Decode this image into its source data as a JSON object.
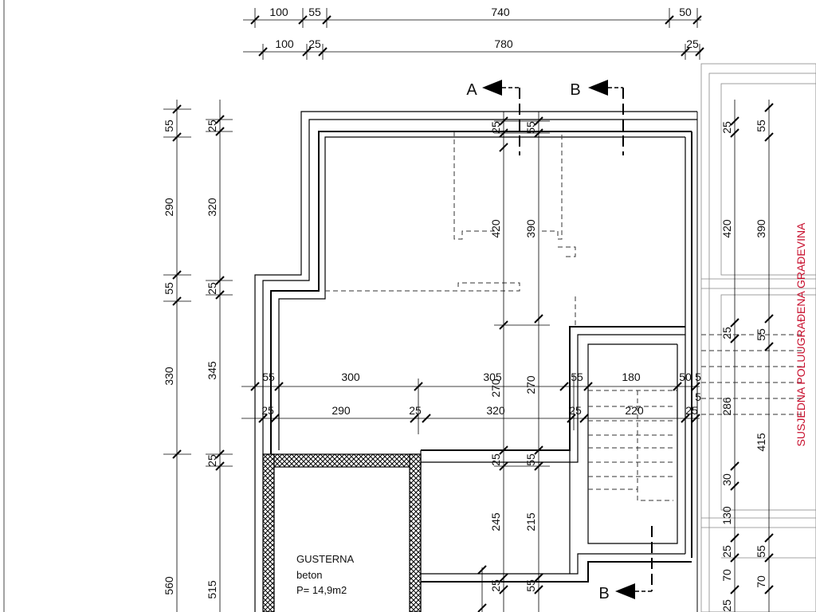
{
  "dims_top": [
    "100",
    "55",
    "740",
    "50"
  ],
  "dims_top2": [
    "100",
    "25",
    "780",
    "25"
  ],
  "section_marks": [
    "A",
    "B",
    "B"
  ],
  "dims_left_outer": [
    "55",
    "290",
    "55",
    "330",
    "560"
  ],
  "dims_left_inner": [
    "25",
    "320",
    "25",
    "345",
    "25",
    "515"
  ],
  "dims_mid_row1": [
    "55",
    "300",
    "305",
    "55",
    "180",
    "50",
    "5"
  ],
  "dims_mid_row2": [
    "25",
    "290",
    "25",
    "320",
    "25",
    "220",
    "25"
  ],
  "dims_vertical_center": [
    "25",
    "55",
    "420",
    "390",
    "270",
    "270",
    "25",
    "55",
    "245",
    "215",
    "25",
    "55"
  ],
  "dims_right": [
    "25",
    "55",
    "420",
    "390",
    "25",
    "55",
    "286",
    "5",
    "415",
    "30",
    "130",
    "25",
    "55",
    "70",
    "70",
    "25"
  ],
  "neighbor_label": "SUSJEDNA POLUUGRAĐENA GRAĐEVINA",
  "room": {
    "name": "GUSTERNA",
    "material": "beton",
    "area": "P= 14,9m2"
  }
}
